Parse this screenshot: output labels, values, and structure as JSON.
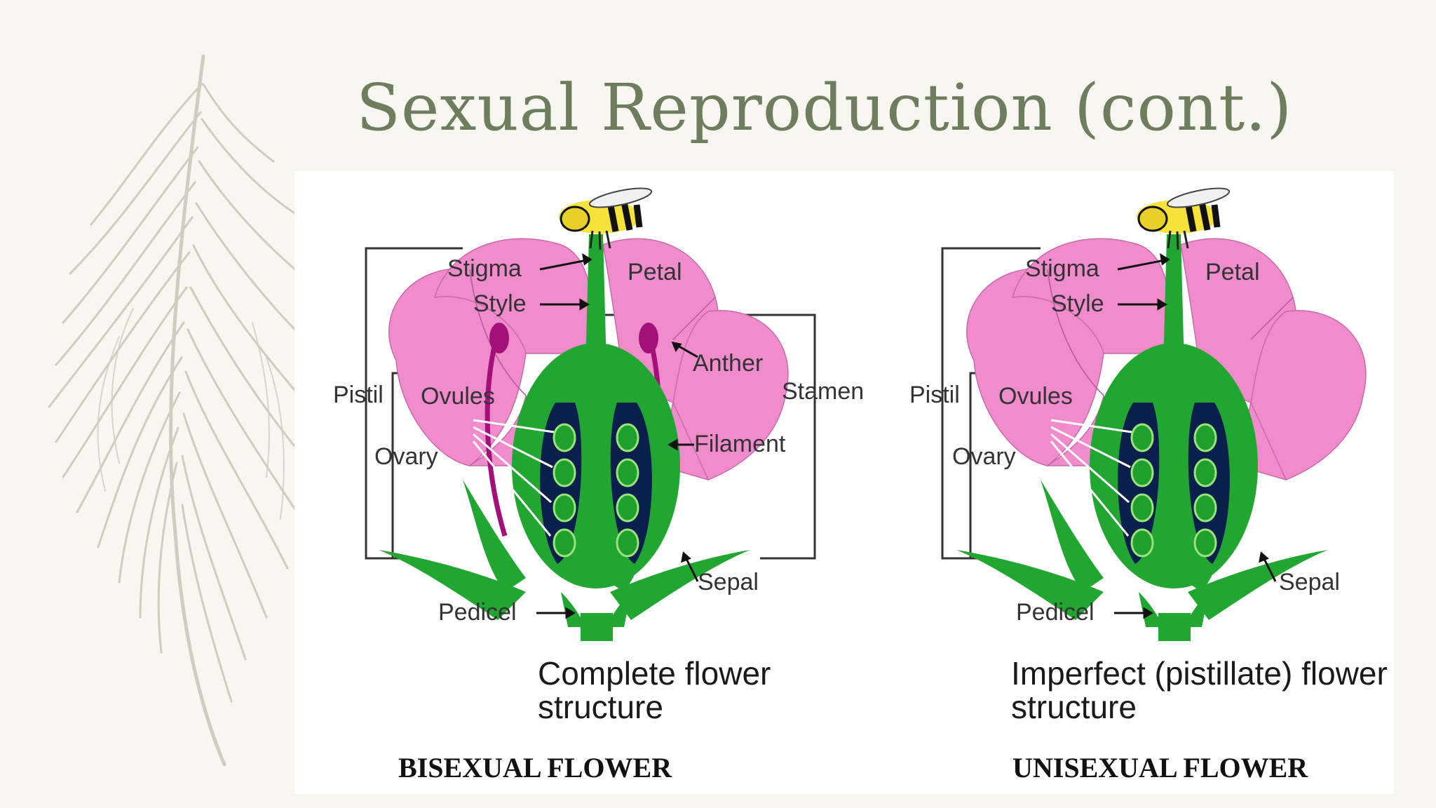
{
  "slide": {
    "title": "Sexual Reproduction (cont.)"
  },
  "diagrams": [
    {
      "labels": {
        "stigma": "Stigma",
        "style": "Style",
        "petal": "Petal",
        "anther": "Anther",
        "stamen": "Stamen",
        "pistil": "Pistil",
        "ovules": "Ovules",
        "ovary": "Ovary",
        "filament": "Filament",
        "sepal": "Sepal",
        "pedicel": "Pedicel"
      },
      "caption_line1": "Complete flower",
      "caption_line2": "structure",
      "subtitle": "BISEXUAL FLOWER"
    },
    {
      "labels": {
        "stigma": "Stigma",
        "style": "Style",
        "petal": "Petal",
        "pistil": "Pistil",
        "ovules": "Ovules",
        "ovary": "Ovary",
        "sepal": "Sepal",
        "pedicel": "Pedicel"
      },
      "caption_line1": "Imperfect (pistillate) flower",
      "caption_line2": "structure",
      "subtitle": "UNISEXUAL FLOWER"
    }
  ],
  "colors": {
    "background": "#f7f6f0",
    "title": "#6e7d5e",
    "petal": "#f08ccc",
    "stem": "#22a632",
    "ovary_cavity": "#0b1f4d",
    "stamen": "#a4107a",
    "bee_yellow": "#f5e23a"
  }
}
